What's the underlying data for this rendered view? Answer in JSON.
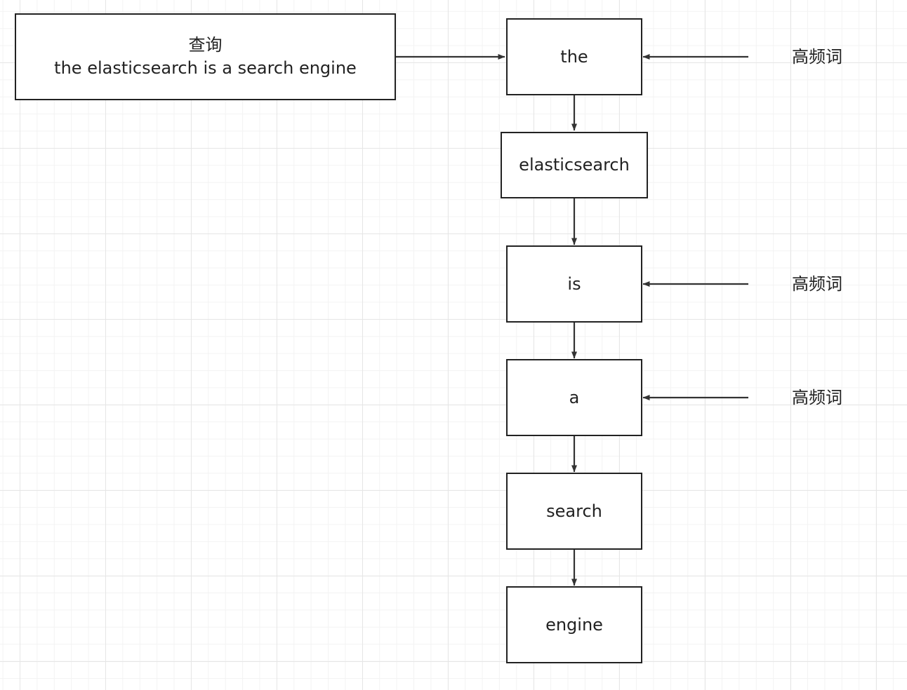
{
  "query": {
    "title": "查询",
    "text": "the elasticsearch is a search engine"
  },
  "tokens": [
    {
      "label": "the",
      "high_frequency": true
    },
    {
      "label": "elasticsearch",
      "high_frequency": false
    },
    {
      "label": "is",
      "high_frequency": true
    },
    {
      "label": "a",
      "high_frequency": true
    },
    {
      "label": "search",
      "high_frequency": false
    },
    {
      "label": "engine",
      "high_frequency": false
    }
  ],
  "high_frequency_label": "高频词",
  "colors": {
    "stroke": "#222222",
    "grid_major": "#e6e6e6",
    "grid_minor": "#f3f3f3",
    "background": "#ffffff"
  }
}
